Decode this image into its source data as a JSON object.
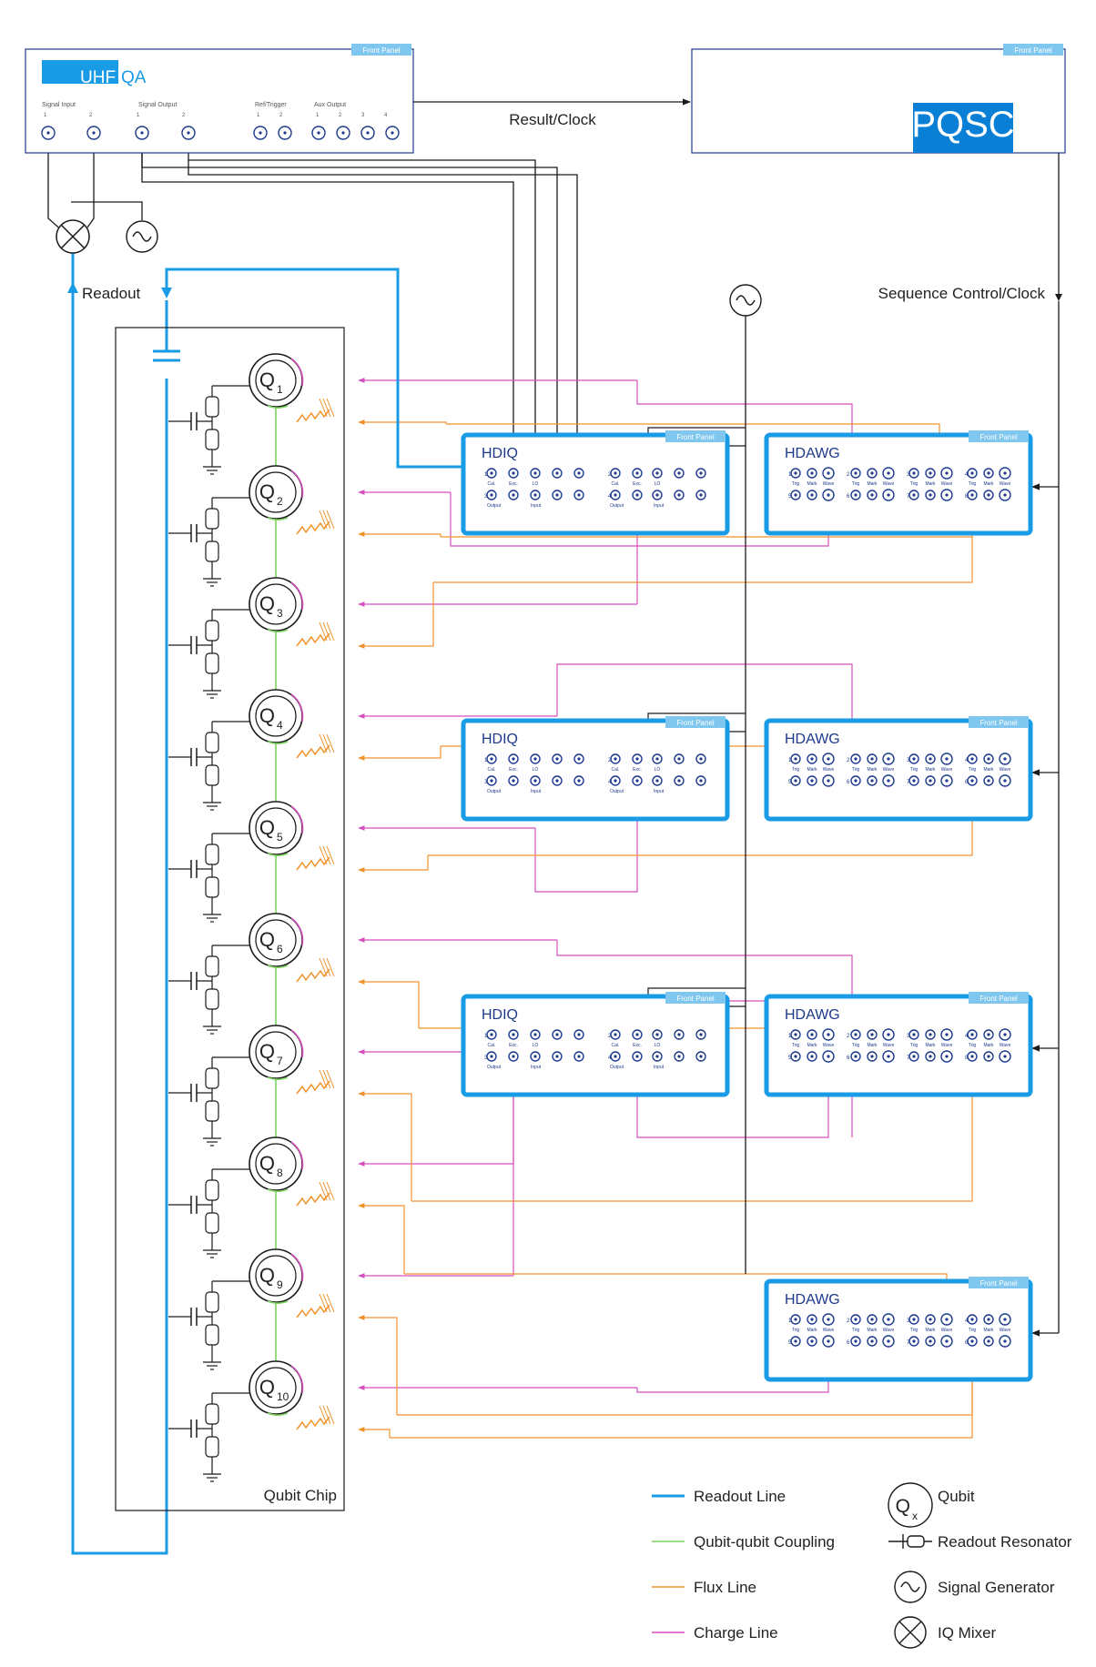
{
  "colors": {
    "readout": "#1a9be6",
    "coupling": "#7dd35e",
    "flux": "#f0922b",
    "charge": "#d64fbf",
    "wire": "#1a1a1a",
    "device_text": "#1d3a8a",
    "brand": "#1a9be6",
    "instrument_border": "#1a9be6"
  },
  "common": {
    "front_panel": "Front Panel",
    "hdiq_title": "HDIQ",
    "hdawg_title": "HDAWG"
  },
  "uhfqa": {
    "title_a": "UHF",
    "title_b": "QA",
    "signal_input": "Signal Input",
    "signal_output": "Signal Output",
    "ref_trigger": "Ref/Trigger",
    "aux_output": "Aux Output",
    "nums2": [
      "1",
      "2"
    ],
    "nums4": [
      "1",
      "2",
      "3",
      "4"
    ]
  },
  "pqsc": {
    "title": "PQSC"
  },
  "labels": {
    "result_clock": "Result/Clock",
    "readout": "Readout",
    "sequence_control": "Sequence Control/Clock",
    "qubit_chip": "Qubit Chip"
  },
  "qubit_letter": "Q",
  "qubits": [
    "1",
    "2",
    "3",
    "4",
    "5",
    "6",
    "7",
    "8",
    "9",
    "10"
  ],
  "hdiq": {
    "ch_nums": [
      "1",
      "2",
      "3",
      "4"
    ],
    "sub": [
      "Cal.",
      "Exc.",
      "LO"
    ],
    "output": "Output",
    "input": "Input"
  },
  "hdawg": {
    "nums": [
      "1",
      "2",
      "3",
      "4",
      "5",
      "6",
      "7",
      "8"
    ],
    "sub": [
      "Trig",
      "Mark",
      "Wave"
    ]
  },
  "legend": {
    "readout_line": "Readout Line",
    "coupling_line": "Qubit-qubit Coupling",
    "flux_line": "Flux Line",
    "charge_line": "Charge Line",
    "qubit_symbol": "Q",
    "qubit_sub": "x",
    "qubit": "Qubit",
    "resonator": "Readout Resonator",
    "signal_generator": "Signal Generator",
    "iq_mixer": "IQ Mixer"
  }
}
